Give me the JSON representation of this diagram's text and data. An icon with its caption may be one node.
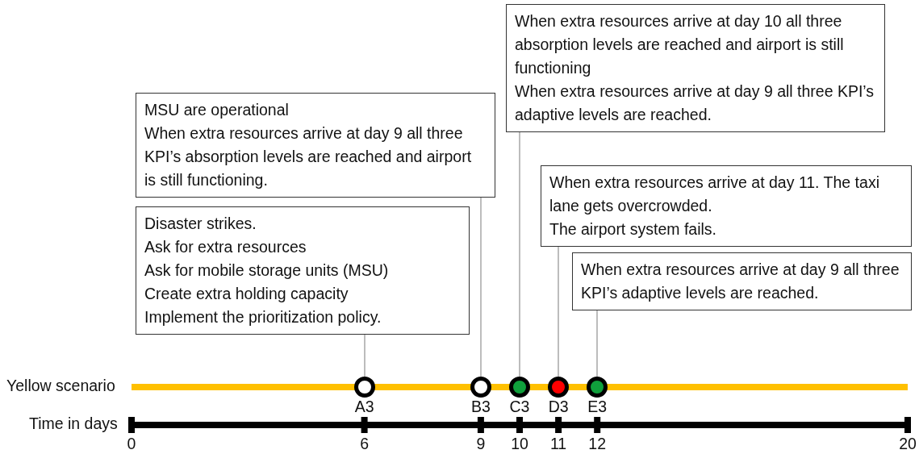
{
  "diagram": {
    "nodes": [
      {
        "text": [
          "Disaster strikes.",
          "Ask for extra resources",
          "Ask for mobile storage units (MSU)",
          "Create extra holding capacity",
          "Implement the prioritization policy."
        ]
      },
      {
        "text": [
          "MSU are operational",
          "When extra resources arrive at day 9 all three KPI’s absorption levels are reached and airport is still functioning."
        ]
      },
      {
        "text": [
          "When extra resources arrive at day 10 all three absorption levels are reached and airport is still functioning",
          "When extra resources arrive at day 9 all three KPI’s adaptive levels are reached."
        ]
      },
      {
        "text": [
          "When extra resources arrive at day 11. The taxi lane gets overcrowded.",
          "The airport system fails."
        ]
      },
      {
        "text": [
          "When extra resources arrive at day 9 all three KPI’s adaptive levels are reached."
        ]
      },
      {
        "text": [],
        "shape": "circle",
        "beside": [
          "A3"
        ]
      },
      {
        "text": [],
        "shape": "circle",
        "beside": [
          "B3"
        ]
      },
      {
        "text": [],
        "shape": "circle",
        "beside": [
          "C3"
        ]
      },
      {
        "text": [],
        "shape": "circle",
        "beside": [
          "D3"
        ]
      },
      {
        "text": [],
        "shape": "circle",
        "beside": [
          "E3"
        ]
      }
    ],
    "edges": [
      {
        "from": 0,
        "to": 5,
        "arrow": "none"
      },
      {
        "from": 1,
        "to": 6,
        "arrow": "none"
      },
      {
        "from": 2,
        "to": 7,
        "arrow": "none"
      },
      {
        "from": 3,
        "to": 8,
        "arrow": "none"
      },
      {
        "from": 4,
        "to": 9,
        "arrow": "none"
      }
    ],
    "labels": [
      "Yellow scenario",
      "Time in days",
      "0",
      "6",
      "9",
      "10",
      "11",
      "12",
      "20"
    ]
  }
}
